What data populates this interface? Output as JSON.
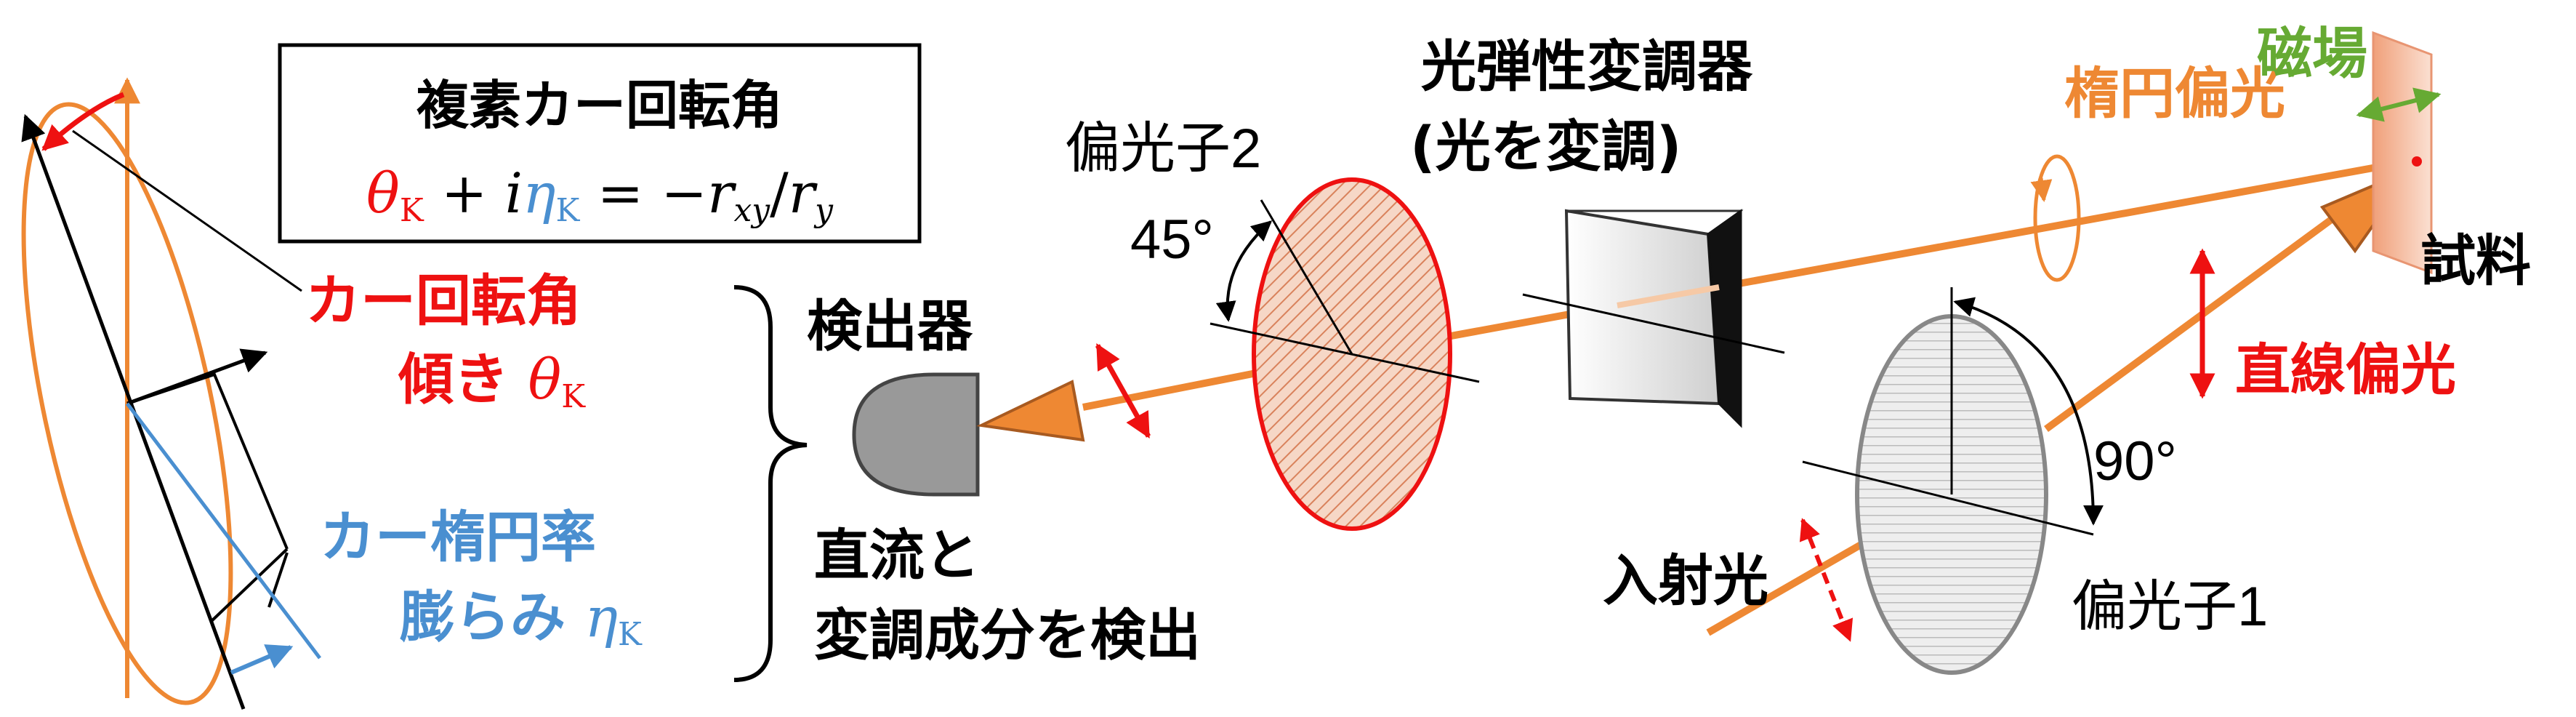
{
  "colors": {
    "red": "#ee1111",
    "orange": "#ee8833",
    "blue": "#4a8fd0",
    "green": "#66aa33",
    "black": "#000000",
    "gray_detector": "#999999"
  },
  "formula_box": {
    "title": "複素カー回転角",
    "theta": "θ",
    "sub_k1": "K",
    "plus": " + ",
    "i": "i",
    "eta": "η",
    "sub_k2": "K",
    "eq": " = −",
    "r": "r",
    "sub_xy": "xy",
    "slash": "/",
    "r2": "r",
    "sub_y": "y"
  },
  "kerr_rotation": {
    "label": "カー回転角",
    "sub_label": "傾き ",
    "theta": "θ",
    "sub_k": "K"
  },
  "kerr_ellipticity": {
    "label": "カー楕円率",
    "sub_label": "膨らみ ",
    "eta": "η",
    "sub_k": "K"
  },
  "labels": {
    "detector": "検出器",
    "detection_line1": "直流と",
    "detection_line2": "変調成分を検出",
    "polarizer2": "偏光子2",
    "angle45": "45°",
    "pem_line1": "光弾性変調器",
    "pem_line2": "(光を変調)",
    "elliptical": "楕円偏光",
    "magnetic_field": "磁場",
    "sample": "試料",
    "linear": "直線偏光",
    "angle90": "90°",
    "incident": "入射光",
    "polarizer1": "偏光子1"
  }
}
